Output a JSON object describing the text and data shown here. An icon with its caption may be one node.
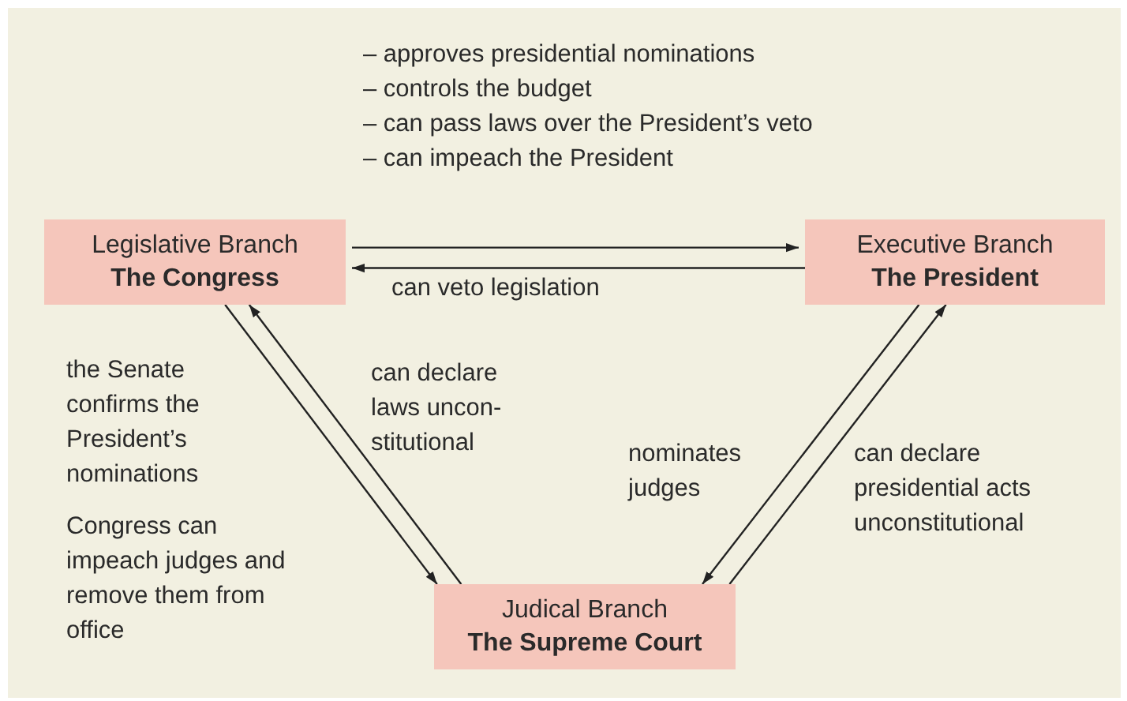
{
  "diagram": {
    "nodes": [
      {
        "text": [
          "Legislative Branch",
          "The Congress"
        ]
      },
      {
        "text": [
          "Executive Branch",
          "The President"
        ]
      },
      {
        "text": [
          "Judical Branch",
          "The Supreme Court"
        ]
      }
    ],
    "edges": [
      {
        "from": 0,
        "to": 1,
        "arrow": "to"
      },
      {
        "from": 1,
        "to": 0,
        "arrow": "to",
        "label": "can veto legislation"
      },
      {
        "from": 0,
        "to": 2,
        "arrow": "to"
      },
      {
        "from": 2,
        "to": 0,
        "arrow": "to",
        "label": "can declare laws uncon-stitutional"
      },
      {
        "from": 1,
        "to": 2,
        "arrow": "to",
        "label": "nominates judges"
      },
      {
        "from": 2,
        "to": 1,
        "arrow": "to",
        "label": "can declare presidential acts unconstitutional"
      }
    ],
    "labels": [
      "– approves presidential nominations",
      "– controls the budget",
      "– can pass laws over the President’s veto",
      "– can impeach the President",
      "the Senate confirms the President’s nominations",
      "Congress can impeach judges and remove them from office"
    ]
  }
}
